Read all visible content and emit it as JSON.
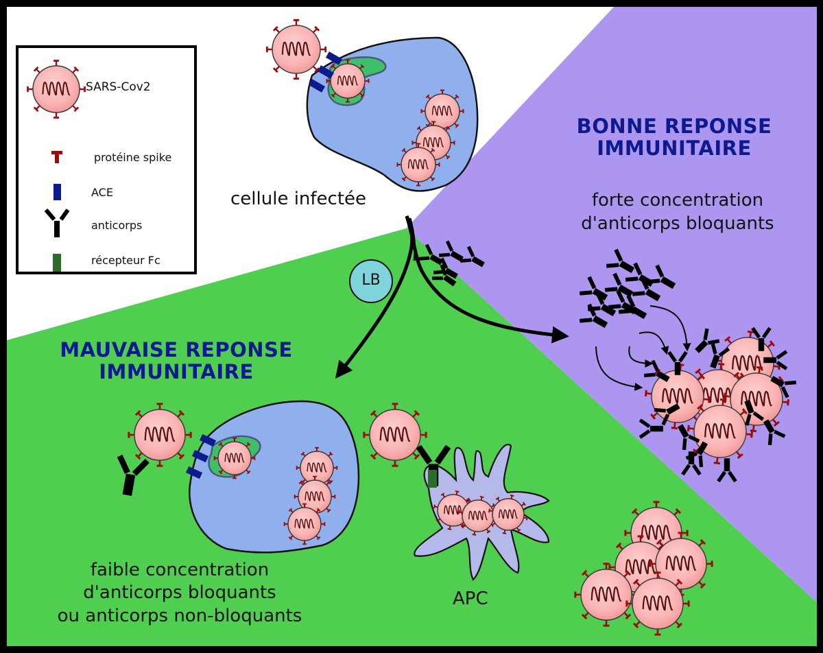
{
  "legend": {
    "items": [
      {
        "icon": "virus-icon",
        "label": "SARS-Cov2"
      },
      {
        "icon": "spike-protein-icon",
        "label": "protéine spike"
      },
      {
        "icon": "ace-receptor-icon",
        "label": "ACE"
      },
      {
        "icon": "antibody-icon",
        "label": "anticorps"
      },
      {
        "icon": "fc-receptor-icon",
        "label": "récepteur Fc"
      }
    ]
  },
  "labels": {
    "infected_cell": "cellule infectée",
    "lb": "LB",
    "apc": "APC",
    "good_response_line1": "BONNE REPONSE",
    "good_response_line2": "IMMUNITAIRE",
    "good_desc_line1": "forte concentration",
    "good_desc_line2": "d'anticorps bloquants",
    "bad_response_line1": "MAUVAISE REPONSE",
    "bad_response_line2": "IMMUNITAIRE",
    "bad_desc_line1": "faible concentration",
    "bad_desc_line2": "d'anticorps bloquants",
    "bad_desc_line3": "ou anticorps non-bloquants"
  },
  "colors": {
    "frame": "#000000",
    "background_white": "#ffffff",
    "good_region": "#ad96ef",
    "bad_region": "#4fce4f",
    "virus_fill": "#f9b4b4",
    "virus_stroke": "#3a3a3a",
    "spike": "#9e0b0b",
    "rna": "#5a1010",
    "cell_fill": "#8fb0ec",
    "endosome": "#3fbf6a",
    "ace": "#0b1a8c",
    "fc_receptor": "#2e6b2e",
    "antibody": "#000000",
    "lb_fill": "#7fd3dc",
    "apc_fill": "#b4b9ea",
    "title_blue": "#0d1a8f"
  }
}
